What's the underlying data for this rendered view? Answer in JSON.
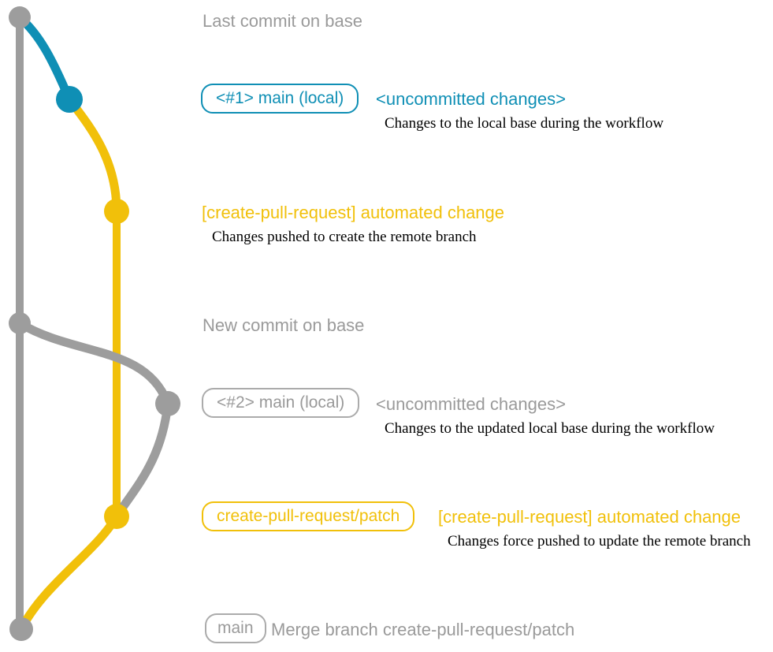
{
  "colors": {
    "base_gray": "#9d9d9d",
    "local_teal": "#0f8fb5",
    "branch_yellow": "#f1c00a",
    "description_black": "#000000"
  },
  "graph": {
    "nodes": [
      {
        "id": "last-commit-on-base",
        "color": "gray"
      },
      {
        "id": "local-main-commit-1",
        "color": "teal"
      },
      {
        "id": "remote-branch-commit-1",
        "color": "yellow"
      },
      {
        "id": "new-commit-on-base",
        "color": "gray"
      },
      {
        "id": "local-main-commit-2",
        "color": "gray"
      },
      {
        "id": "remote-branch-commit-2",
        "color": "yellow"
      },
      {
        "id": "merge-commit",
        "color": "gray"
      }
    ]
  },
  "annotations": {
    "last_commit_label": "Last commit on base",
    "row1_badge": "<#1> main (local)",
    "row1_title": "<uncommitted changes>",
    "row1_desc": "Changes to the local base during the workflow",
    "row2_title": "[create-pull-request] automated change",
    "row2_desc": "Changes pushed to create the remote branch",
    "new_commit_label": "New commit on base",
    "row4_badge": "<#2> main (local)",
    "row4_title": "<uncommitted changes>",
    "row4_desc": "Changes to the updated local base during the workflow",
    "row5_badge": "create-pull-request/patch",
    "row5_title": "[create-pull-request] automated change",
    "row5_desc": "Changes force pushed to update the remote branch",
    "row6_badge": "main",
    "row6_message": "Merge branch create-pull-request/patch"
  }
}
